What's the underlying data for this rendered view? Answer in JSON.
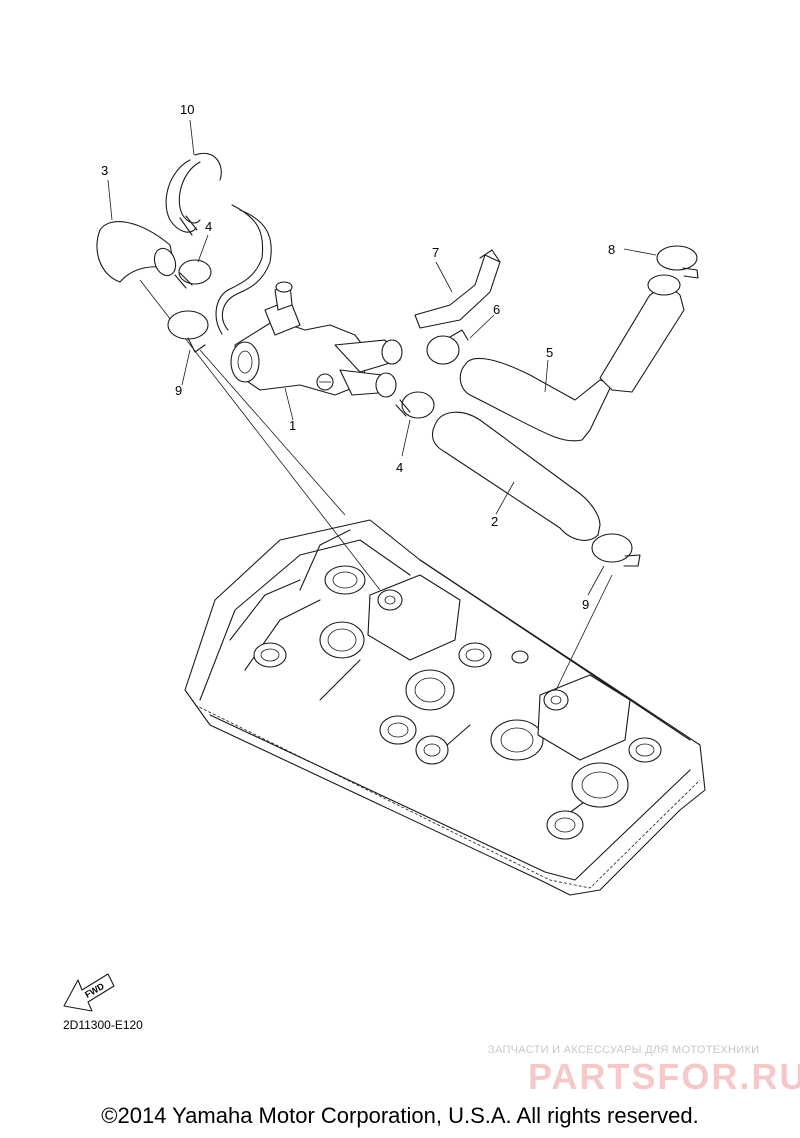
{
  "diagram": {
    "callouts": [
      "10",
      "3",
      "4",
      "7",
      "8",
      "6",
      "5",
      "9",
      "1",
      "4",
      "2",
      "9"
    ],
    "fwd_label": "FWD",
    "code": "2D11300-E120"
  },
  "watermark": {
    "tagline": "ЗАПЧАСТИ И АКСЕССУАРЫ ДЛЯ МОТОТЕХНИКИ",
    "logo": "PARTSFOR.RU"
  },
  "footer": {
    "copyright": "©2014 Yamaha Motor Corporation, U.S.A. All rights reserved."
  }
}
